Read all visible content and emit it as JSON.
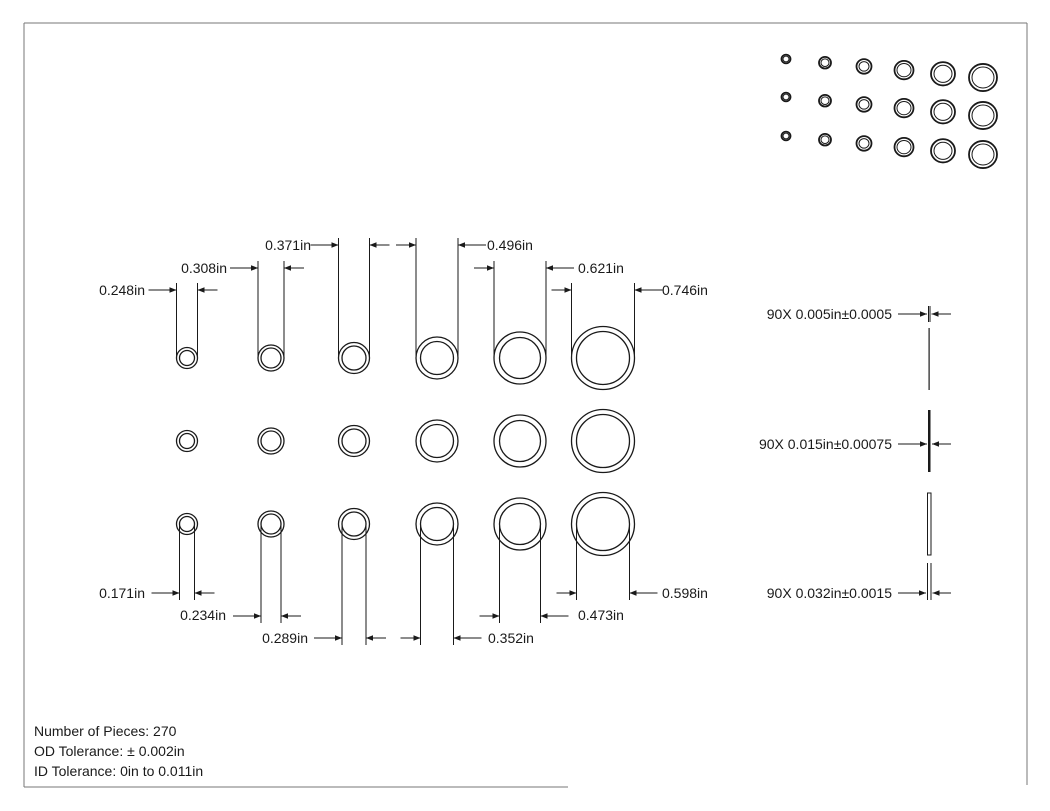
{
  "drawing": {
    "od_dimensions": [
      "0.248in",
      "0.308in",
      "0.371in",
      "0.496in",
      "0.621in",
      "0.746in"
    ],
    "id_dimensions": [
      "0.171in",
      "0.234in",
      "0.289in",
      "0.352in",
      "0.473in",
      "0.598in"
    ],
    "thickness_callouts": [
      "90X 0.005in±0.0005",
      "90X 0.015in±0.00075",
      "90X 0.032in±0.0015"
    ],
    "notes": {
      "pieces": "Number of Pieces: 270",
      "od_tolerance": "OD Tolerance: ± 0.002in",
      "id_tolerance": "ID Tolerance: 0in to 0.011in"
    },
    "colors": {
      "line": "#1a1a1a",
      "frame": "#777777"
    }
  }
}
